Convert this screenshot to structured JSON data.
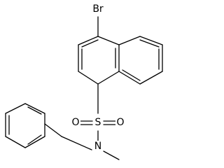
{
  "molecule": {
    "atoms": {
      "br": "Br",
      "s": "S",
      "o_left": "O",
      "o_right": "O",
      "n": "N"
    },
    "colors": {
      "bond": "#000000",
      "label": "#000000",
      "background": "#ffffff"
    }
  }
}
